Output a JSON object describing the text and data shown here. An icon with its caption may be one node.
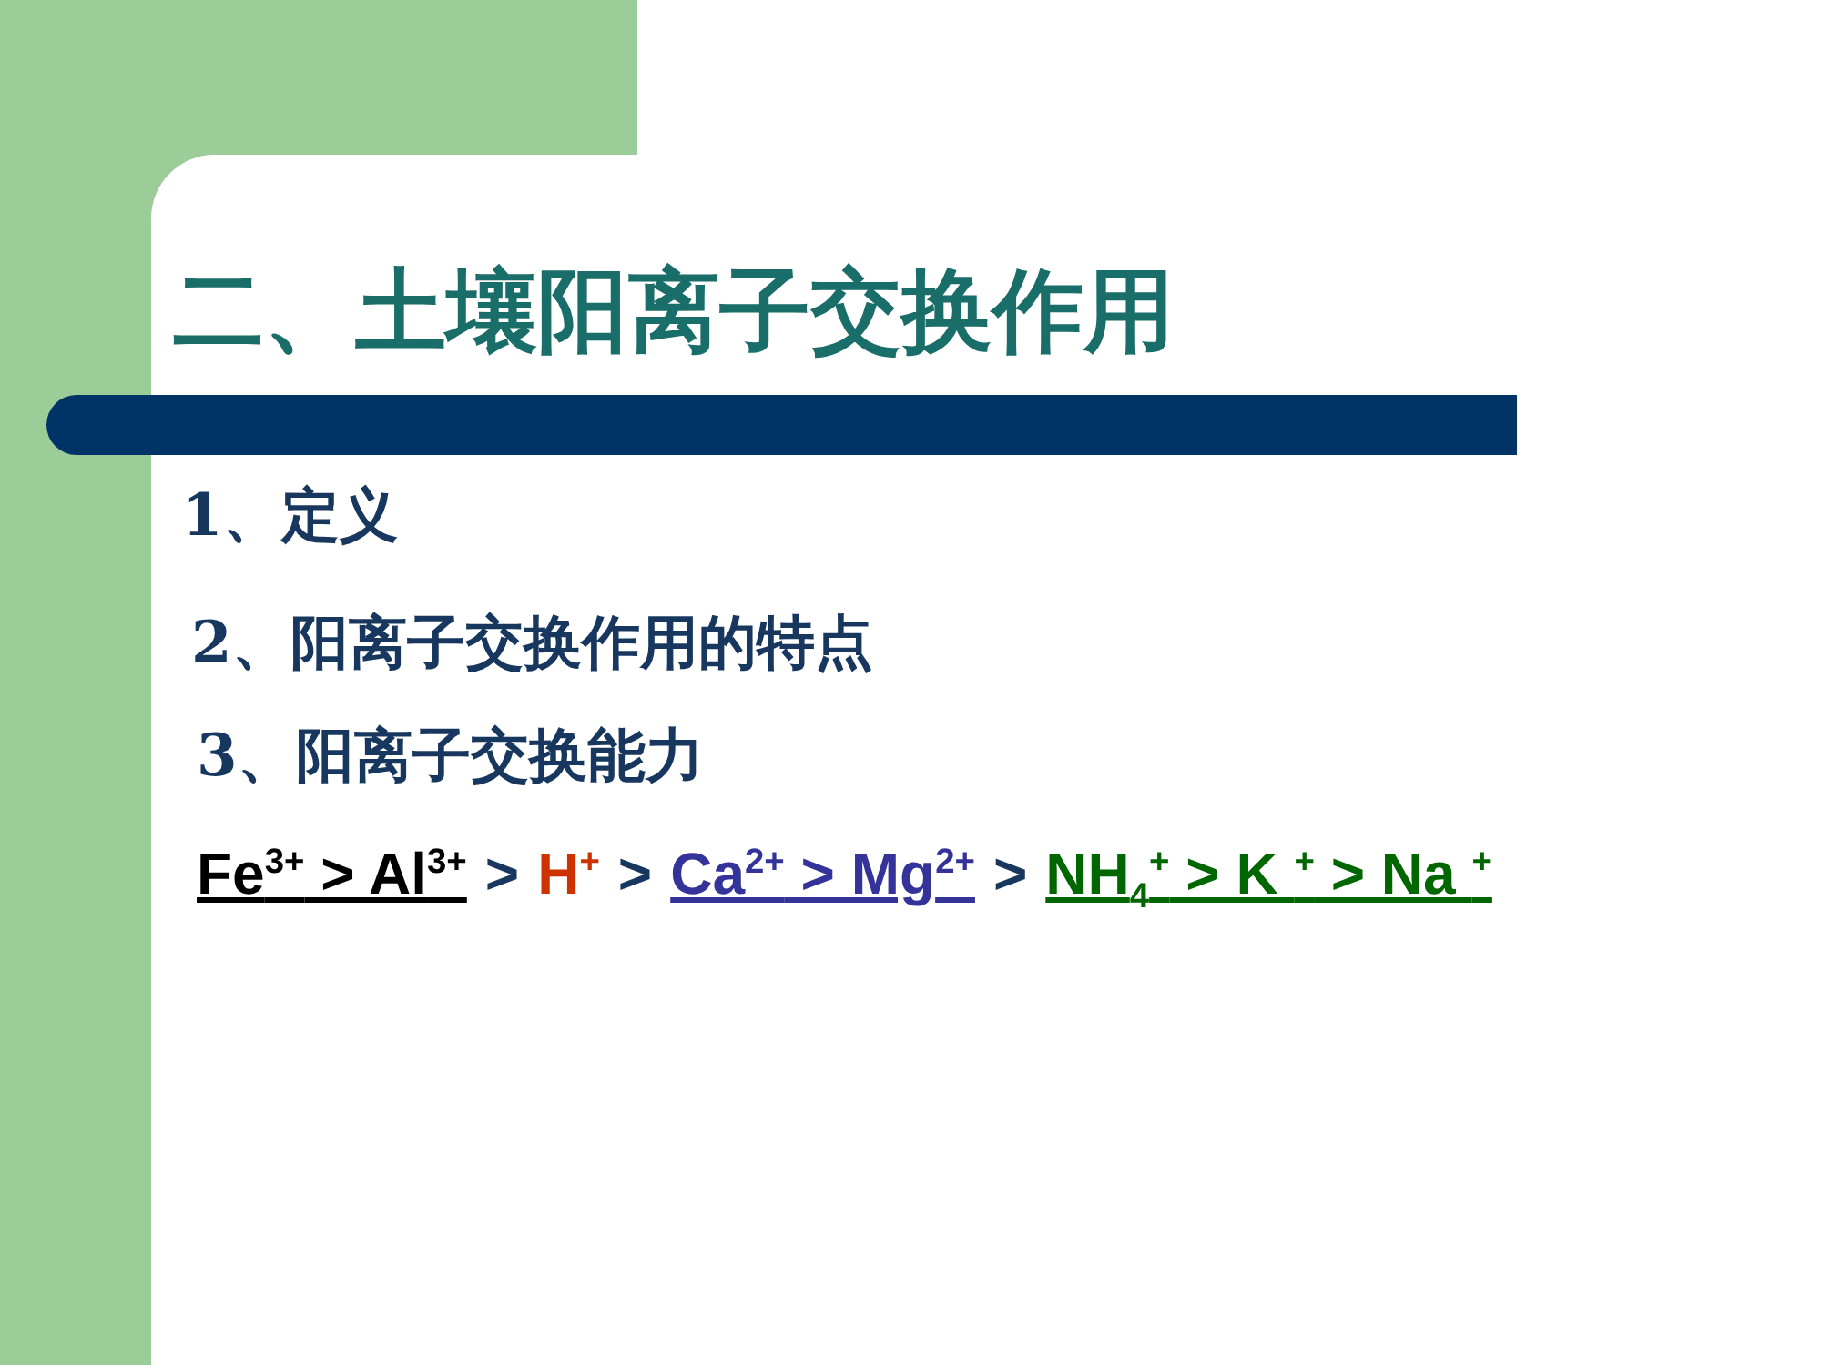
{
  "diagram": {
    "title": "二、土壤阳离子交换作用",
    "labels": [
      "1、定义",
      "2、阳离子交换作用的特点",
      "3、阳离子交换能力",
      "Fe$^{3+}$ > Al$^{3+}$",
      ">",
      "H$^{+}$",
      ">",
      "Ca$^{2+}$ > Mg$^{2+}$",
      ">",
      "NH$_{4}$$^{+}$ > K $^{+}$ > Na $^{+}$"
    ]
  }
}
